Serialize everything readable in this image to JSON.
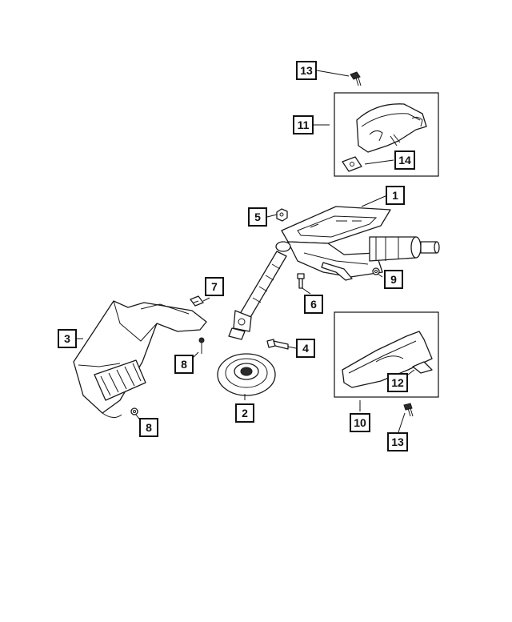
{
  "callouts": [
    {
      "id": "c1",
      "text": "1"
    },
    {
      "id": "c2",
      "text": "2"
    },
    {
      "id": "c3",
      "text": "3"
    },
    {
      "id": "c4",
      "text": "4"
    },
    {
      "id": "c5",
      "text": "5"
    },
    {
      "id": "c6",
      "text": "6"
    },
    {
      "id": "c7",
      "text": "7"
    },
    {
      "id": "c8a",
      "text": "8"
    },
    {
      "id": "c8b",
      "text": "8"
    },
    {
      "id": "c9",
      "text": "9"
    },
    {
      "id": "c10",
      "text": "10"
    },
    {
      "id": "c11",
      "text": "11"
    },
    {
      "id": "c12",
      "text": "12"
    },
    {
      "id": "c13a",
      "text": "13"
    },
    {
      "id": "c13b",
      "text": "13"
    },
    {
      "id": "c14",
      "text": "14"
    }
  ]
}
